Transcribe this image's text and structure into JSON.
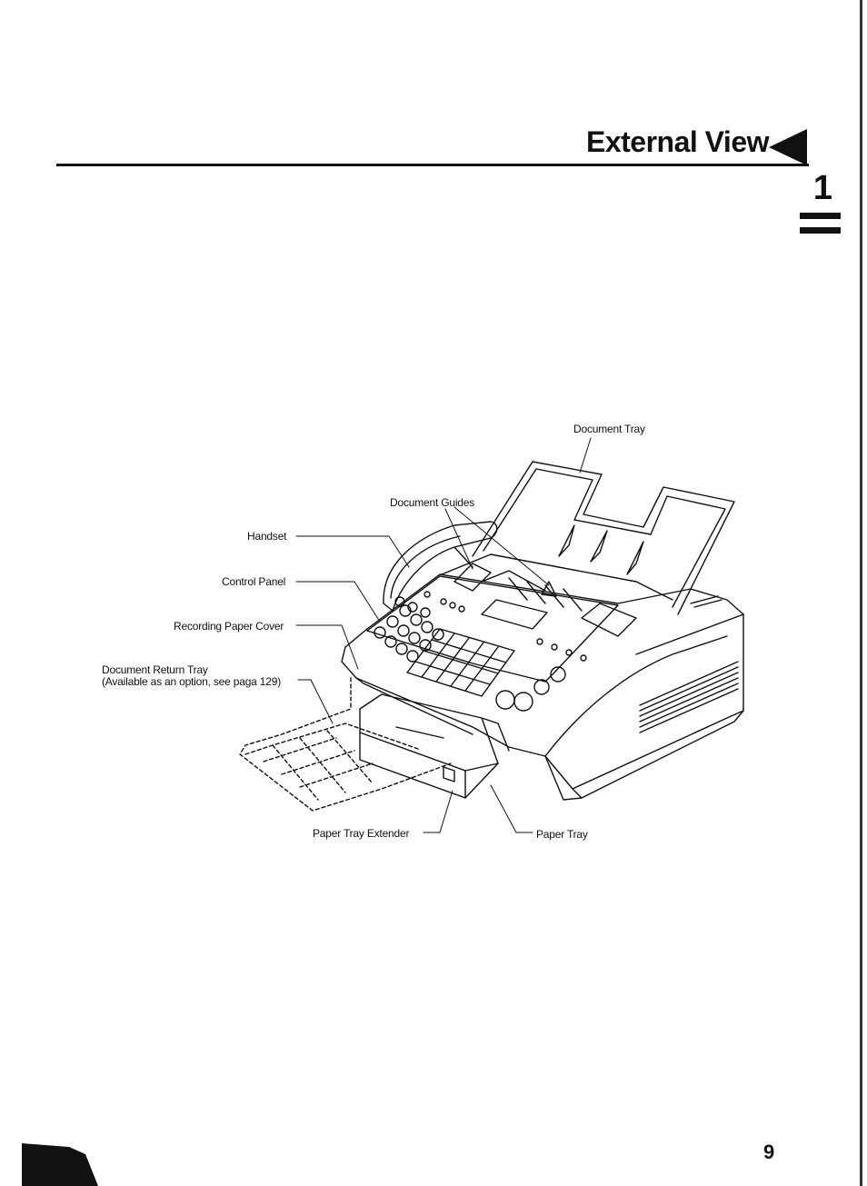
{
  "header": {
    "title": "External View",
    "chapter_number": "1"
  },
  "figure": {
    "labels": {
      "document_tray": "Document Tray",
      "document_guides": "Document  Guides",
      "handset": "Handset",
      "control_panel": "Control Panel",
      "recording_paper_cover": "Recording Paper Cover",
      "document_return_tray": "Document Return Tray",
      "document_return_tray_note": "(Available as an option, see paga 129)",
      "paper_tray_extender": "Paper Tray Extender",
      "paper_tray": "Paper Tray"
    }
  },
  "footer": {
    "page_number": "9"
  }
}
